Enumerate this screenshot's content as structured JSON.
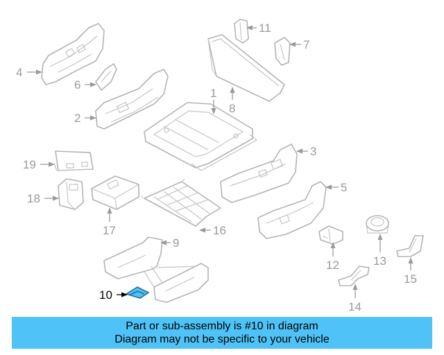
{
  "diagram": {
    "highlight_color": "#4fc3f7",
    "callouts": [
      {
        "id": "c1",
        "label": "1"
      },
      {
        "id": "c2",
        "label": "2"
      },
      {
        "id": "c3",
        "label": "3"
      },
      {
        "id": "c4",
        "label": "4"
      },
      {
        "id": "c5",
        "label": "5"
      },
      {
        "id": "c6",
        "label": "6"
      },
      {
        "id": "c7",
        "label": "7"
      },
      {
        "id": "c8",
        "label": "8"
      },
      {
        "id": "c9",
        "label": "9"
      },
      {
        "id": "c10",
        "label": "10"
      },
      {
        "id": "c11",
        "label": "11"
      },
      {
        "id": "c12",
        "label": "12"
      },
      {
        "id": "c13",
        "label": "13"
      },
      {
        "id": "c14",
        "label": "14"
      },
      {
        "id": "c15",
        "label": "15"
      },
      {
        "id": "c16",
        "label": "16"
      },
      {
        "id": "c17",
        "label": "17"
      },
      {
        "id": "c18",
        "label": "18"
      },
      {
        "id": "c19",
        "label": "19"
      }
    ]
  },
  "banner": {
    "line1": "Part or sub-assembly is #10 in diagram",
    "line2": "Diagram may not be specific to your vehicle",
    "background": "#4fc3f7"
  }
}
